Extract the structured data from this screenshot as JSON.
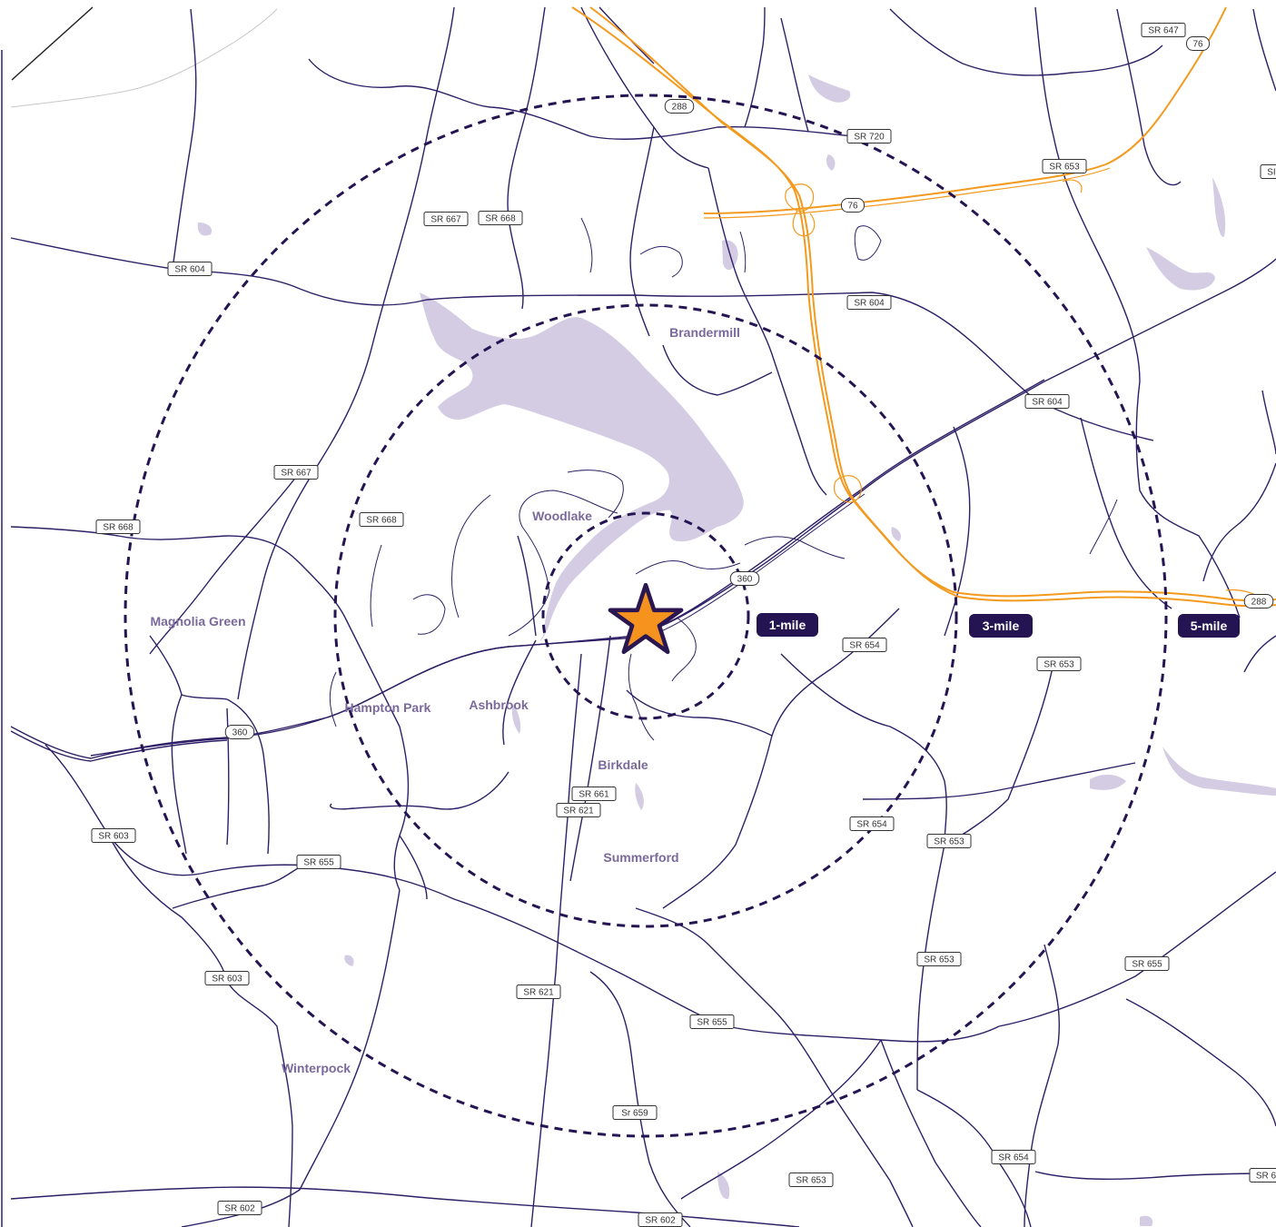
{
  "rings": [
    {
      "label": "1-mile"
    },
    {
      "label": "3-mile"
    },
    {
      "label": "5-mile"
    }
  ],
  "places": {
    "brandermill": "Brandermill",
    "woodlake": "Woodlake",
    "magnolia_green": "Magnolia Green",
    "hampton_park": "Hampton Park",
    "ashbrook": "Ashbrook",
    "birkdale": "Birkdale",
    "summerford": "Summerford",
    "winterpock": "Winterpock"
  },
  "shields": [
    "288",
    "SR 720",
    "SR 647",
    "76",
    "SR 653",
    "76",
    "SR 667",
    "SR 668",
    "SR 604",
    "SR 604",
    "SR 604",
    "SR 667",
    "SR 668",
    "SR 668",
    "360",
    "288",
    "SR 654",
    "SR 653",
    "360",
    "SR 661",
    "SR 621",
    "SR 603",
    "SR 655",
    "SR 654",
    "SR 653",
    "SR 603",
    "SR 653",
    "SR 655",
    "SR 621",
    "SR 655",
    "Sr 659",
    "SR 654",
    "SR 653",
    "SR 602",
    "SR 602",
    "SR 6",
    "SI"
  ],
  "colors": {
    "road": "#2e1f66",
    "highway": "#f39a1e",
    "water": "#d3cce3",
    "ring": "#241452",
    "star_fill": "#f5931e",
    "star_stroke": "#2a1650"
  },
  "marker": {
    "icon": "star-icon"
  }
}
